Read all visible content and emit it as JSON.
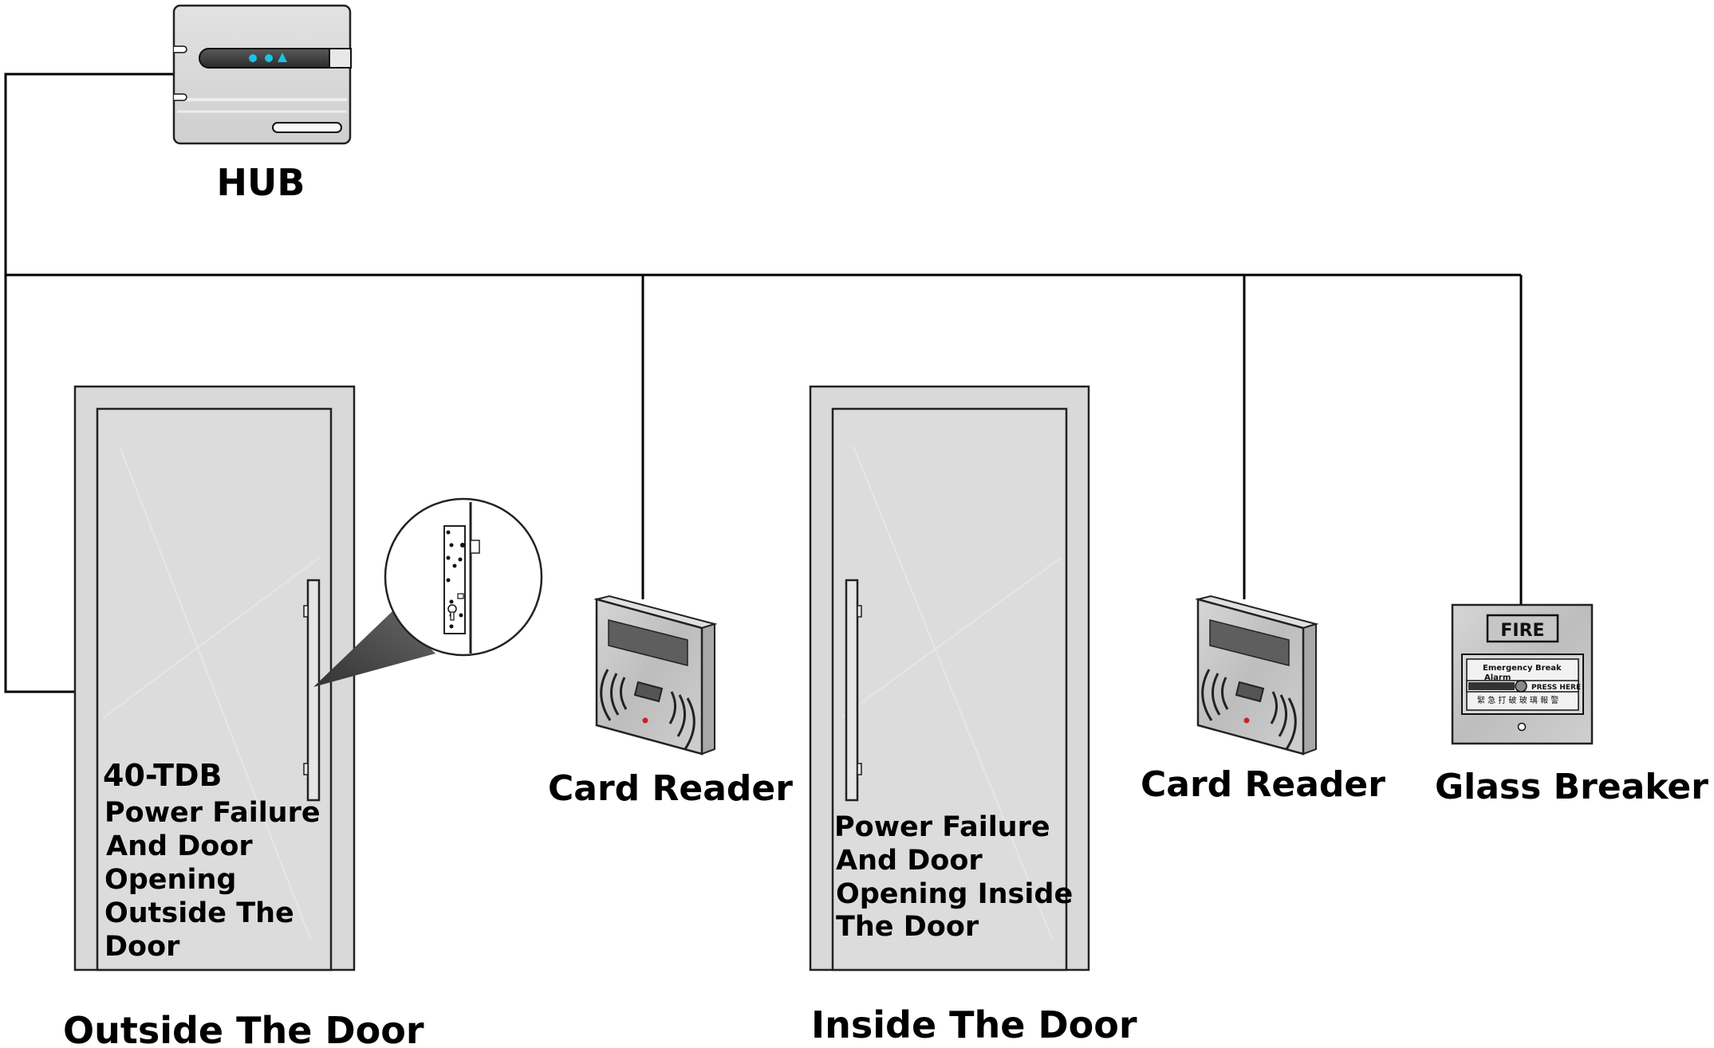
{
  "hub": {
    "label": "HUB"
  },
  "outside_door": {
    "model": "40-TDB",
    "description_lines": [
      "Power Failure",
      "And Door",
      "Opening",
      "Outside The",
      "Door"
    ],
    "caption": "Outside The Door"
  },
  "inside_door": {
    "description_lines": [
      "Power Failure",
      "And Door",
      "Opening Inside",
      "The Door"
    ],
    "caption": "Inside The Door"
  },
  "card_reader_1": {
    "label": "Card Reader"
  },
  "card_reader_2": {
    "label": "Card Reader"
  },
  "glass_breaker": {
    "label": "Glass Breaker",
    "sign": "FIRE",
    "panel_text": "Emergency Break",
    "panel_text_2": "Alarm",
    "press_text": "PRESS HERE",
    "chinese_text": "緊 急 打 破 玻 璃 報 警"
  },
  "colors": {
    "wire": "#000000",
    "device_gray": "#c9c9c9",
    "hub_led": "#19c3e6",
    "reader_led": "#cc2222"
  }
}
